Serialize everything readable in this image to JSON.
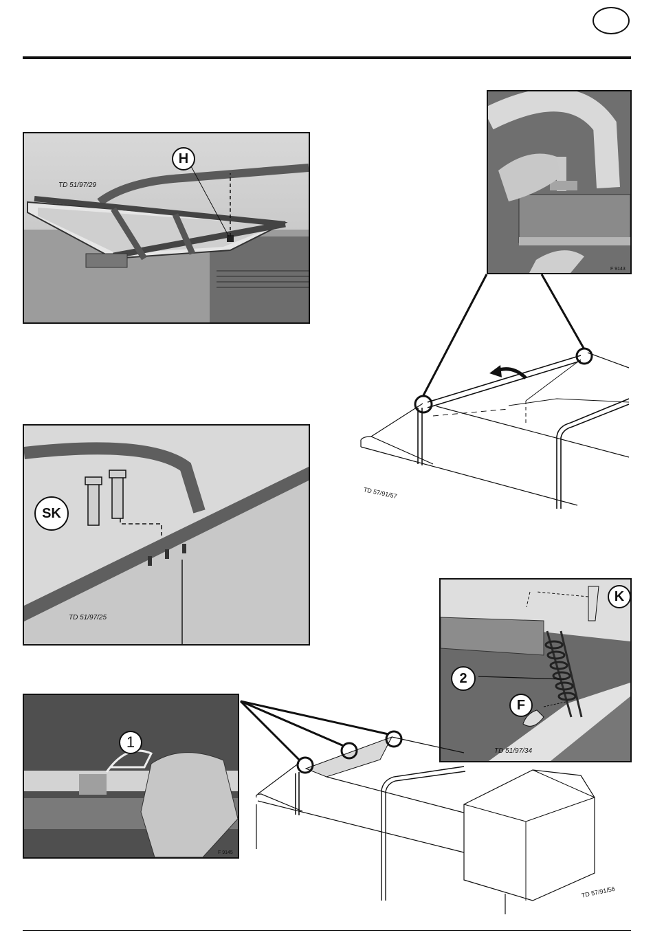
{
  "header": {
    "badge_text": ""
  },
  "figures": {
    "photo_h": {
      "code": "TD 51/97/29",
      "callout": "H"
    },
    "photo_sk": {
      "code": "TD 51/97/25",
      "callout": "SK"
    },
    "photo_1": {
      "code": "F  9145",
      "callout": "1"
    },
    "photo_hand_top": {
      "code": "F  9143"
    },
    "drawing_top": {
      "code": "TD 57/91/57"
    },
    "photo_k": {
      "code": "TD 51/97/34",
      "callout_k": "K",
      "callout_2": "2",
      "callout_f": "F"
    },
    "drawing_bottom": {
      "code": "TD 57/91/56"
    }
  }
}
